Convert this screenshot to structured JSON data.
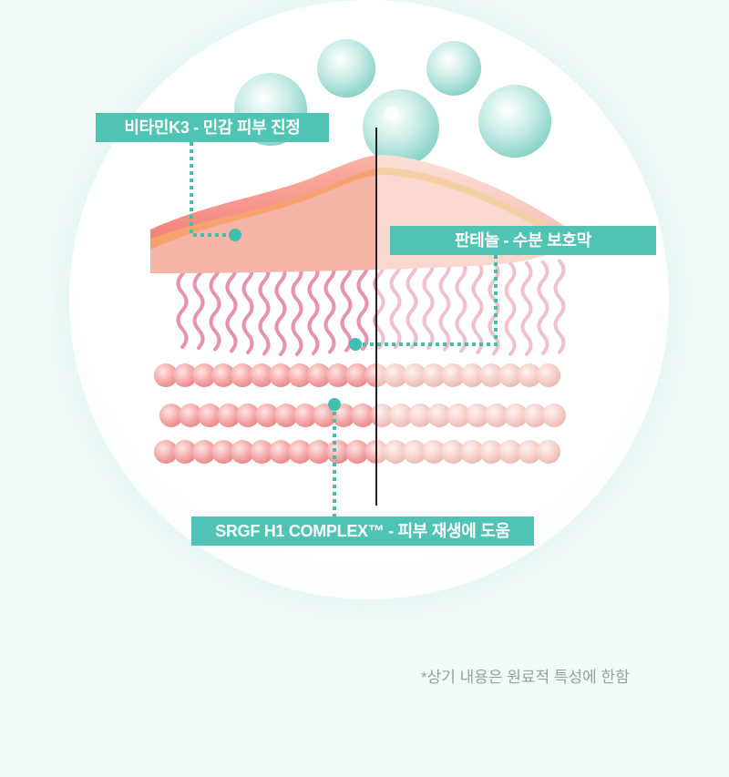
{
  "labels": {
    "vitamin_k3": "비타민K3 - 민감 피부 진정",
    "panthenol": "판테놀 - 수분 보호막",
    "srgf": "SRGF H1 COMPLEX™ - 피부 재생에 도움"
  },
  "footnote": "*상기 내용은 원료적 특성에 한함",
  "colors": {
    "accent": "#4fc4b4",
    "background": "#f1faf9",
    "skin_pink": "#f59a9a",
    "skin_orange": "#f5a56d",
    "footnote_gray": "#9aa09f"
  }
}
